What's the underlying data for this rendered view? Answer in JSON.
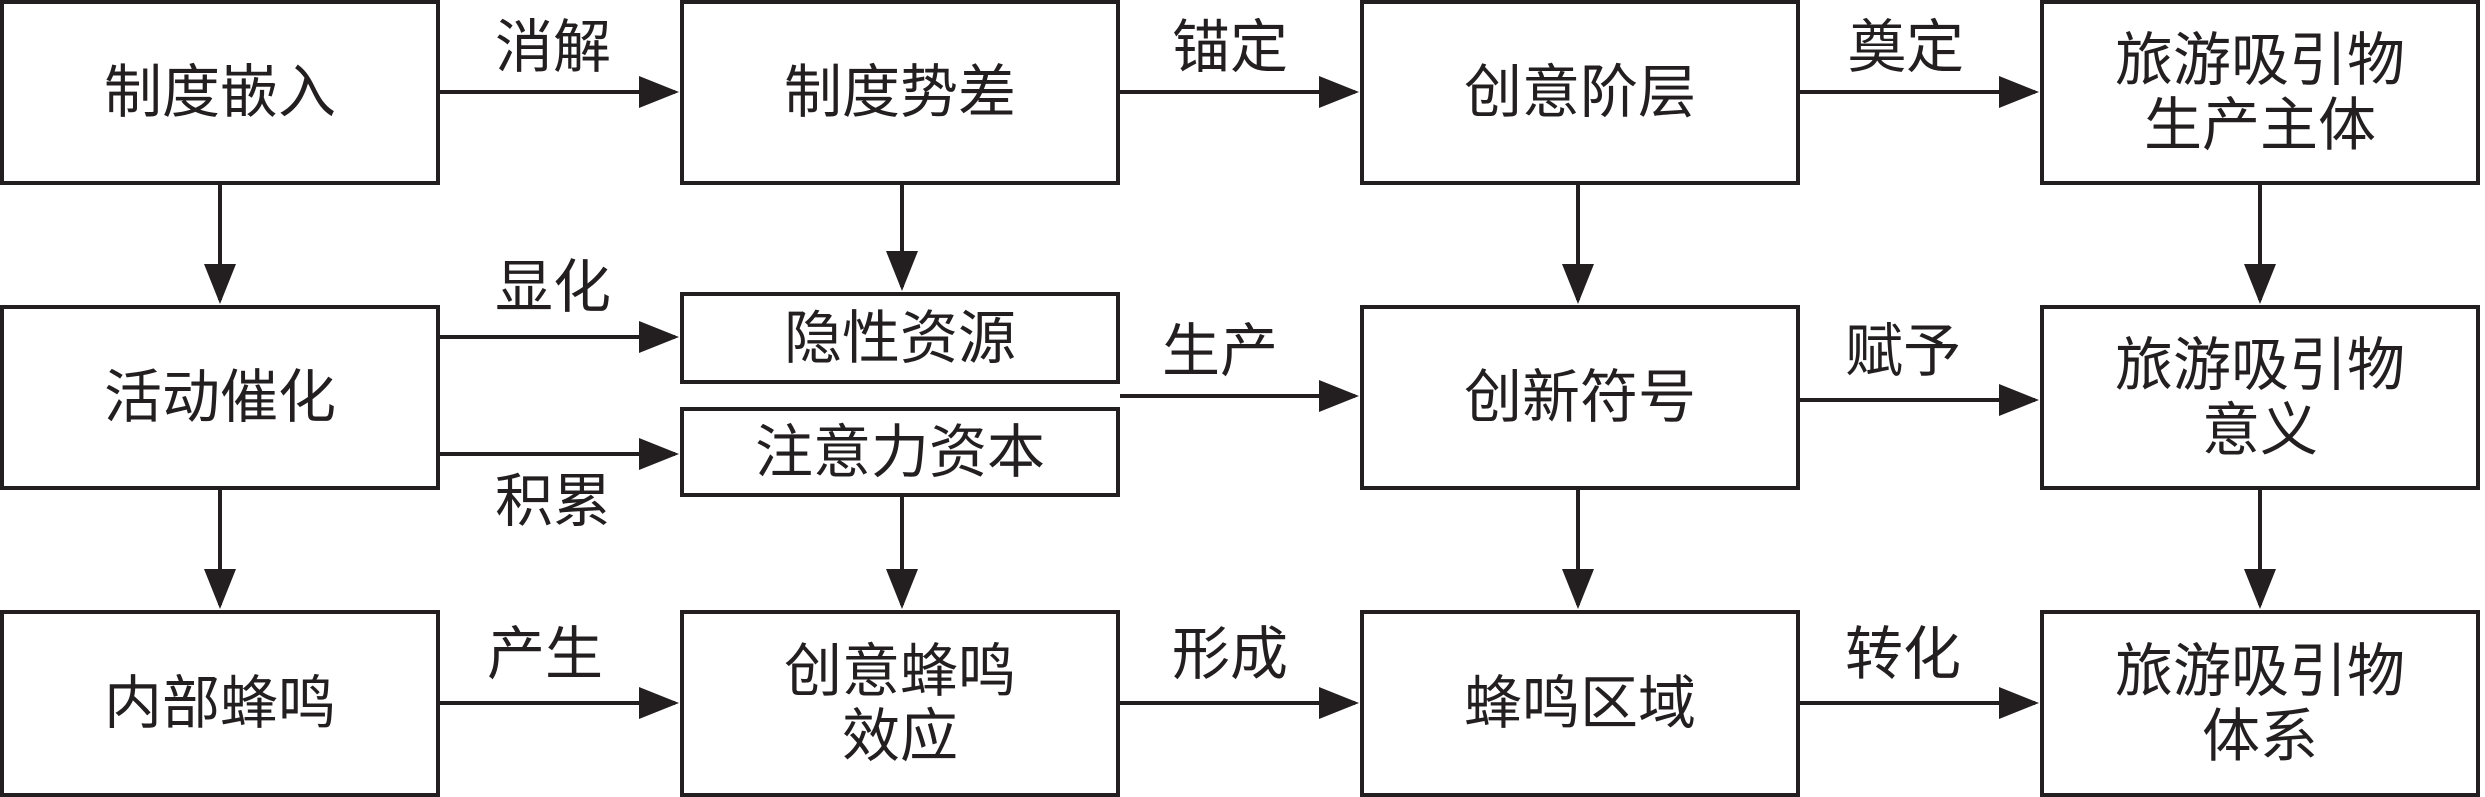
{
  "colors": {
    "ink": "#231f20",
    "background": "#ffffff"
  },
  "nodes": {
    "zhidu_qianru": "制度嵌入",
    "huodong_cuihua": "活动催化",
    "neibu_fengming": "内部蜂鸣",
    "zhidu_shicha": "制度势差",
    "yinxing_ziyuan": "隐性资源",
    "zhuyili_ziben": "注意力资本",
    "chuangyi_fengming_xiaoying": "创意蜂鸣\n效应",
    "chuangyi_jieceng": "创意阶层",
    "chuangxin_fuhao": "创新符号",
    "fengming_quyu": "蜂鸣区域",
    "lvyou_shengchan_zhuti": "旅游吸引物\n生产主体",
    "lvyou_yiyi": "旅游吸引物\n意义",
    "lvyou_tixi": "旅游吸引物\n体系"
  },
  "edge_labels": {
    "xiaojie": "消解",
    "maoding": "锚定",
    "dianding": "奠定",
    "xianhua": "显化",
    "jilei": "积累",
    "shengchan": "生产",
    "fuyu": "赋予",
    "chansheng": "产生",
    "xingcheng": "形成",
    "zhuanhua": "转化"
  }
}
